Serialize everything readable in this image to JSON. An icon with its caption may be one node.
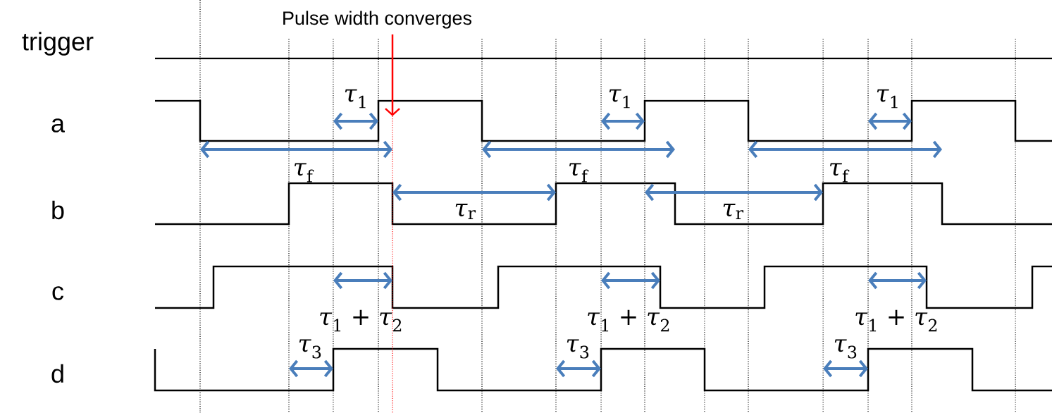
{
  "diagram": {
    "nodes": [
      {
        "text": [
          "Pulse width converges"
        ]
      },
      {
        "text": [],
        "shape": "line"
      }
    ],
    "edges": [
      {
        "from": 0,
        "to": 1,
        "arrow": "to",
        "color": "#ff0000"
      }
    ],
    "labels": [
      "trigger",
      "*τ*$_{1}$",
      "*τ*$_{1}$",
      "*τ*$_{1}$",
      "a",
      "*τ*$_{f}$",
      "*τ*$_{f}$",
      "*τ*$_{f}$",
      "b",
      "*τ*$_{r}$",
      "*τ*$_{r}$",
      "c",
      "*τ*$_{1}$ + *τ*$_{2}$",
      "*τ*$_{1}$ + *τ*$_{2}$",
      "*τ*$_{1}$ + *τ*$_{2}$",
      "*τ*$_{3}$",
      "*τ*$_{3}$",
      "*τ*$_{3}$",
      "d"
    ]
  }
}
